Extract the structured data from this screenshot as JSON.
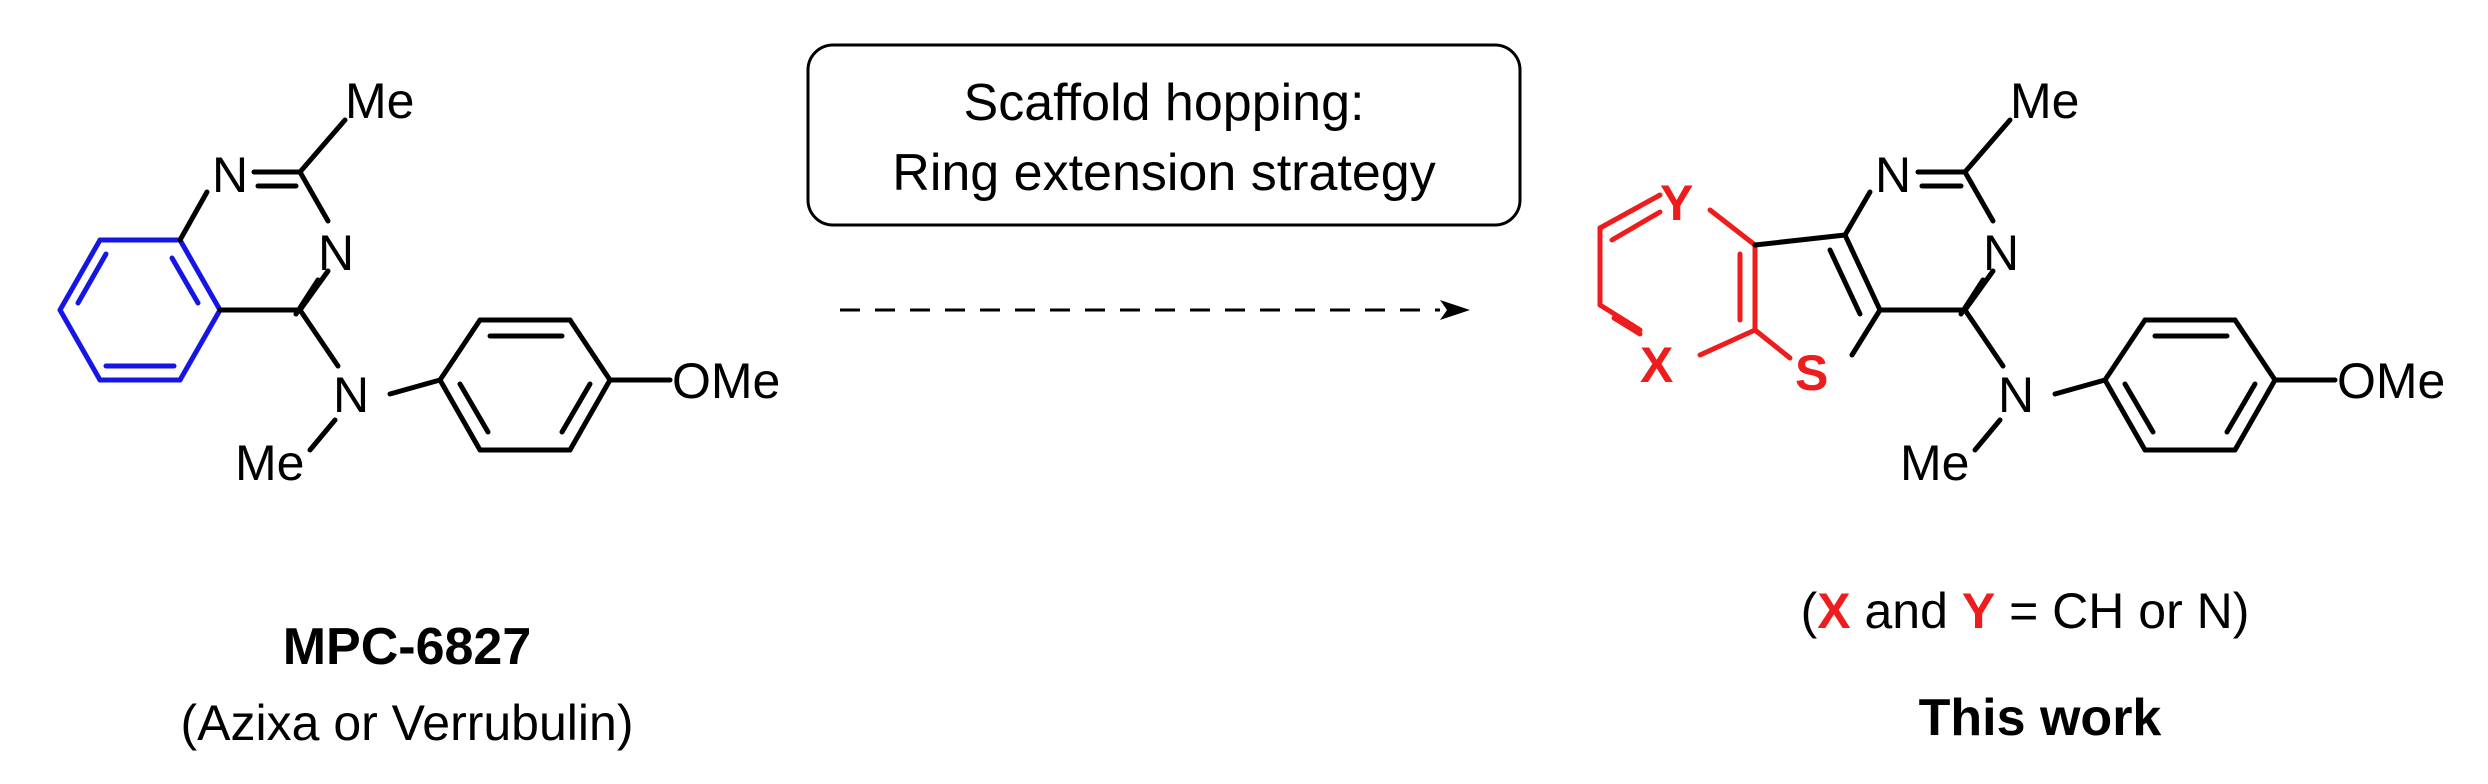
{
  "left_molecule": {
    "atoms": {
      "me_top": "Me",
      "n1": "N",
      "n3": "N",
      "n_amine": "N",
      "me_n": "Me",
      "ome": "OMe"
    },
    "name": "MPC-6827",
    "aliases": "(Azixa or Verrubulin)"
  },
  "arrow_box": {
    "line1": "Scaffold hopping:",
    "line2": "Ring extension strategy"
  },
  "right_molecule": {
    "atoms": {
      "me_top": "Me",
      "n1": "N",
      "n3": "N",
      "n_amine": "N",
      "me_n": "Me",
      "ome": "OMe",
      "x": "X",
      "y": "Y",
      "s": "S"
    },
    "legend": {
      "open": "(",
      "x": "X",
      "and": " and ",
      "y": "Y",
      "rest": " = CH or N)"
    },
    "label": "This work"
  },
  "colors": {
    "highlight_left": "#1515e6",
    "highlight_right": "#ee1c1c",
    "default": "#000000"
  }
}
